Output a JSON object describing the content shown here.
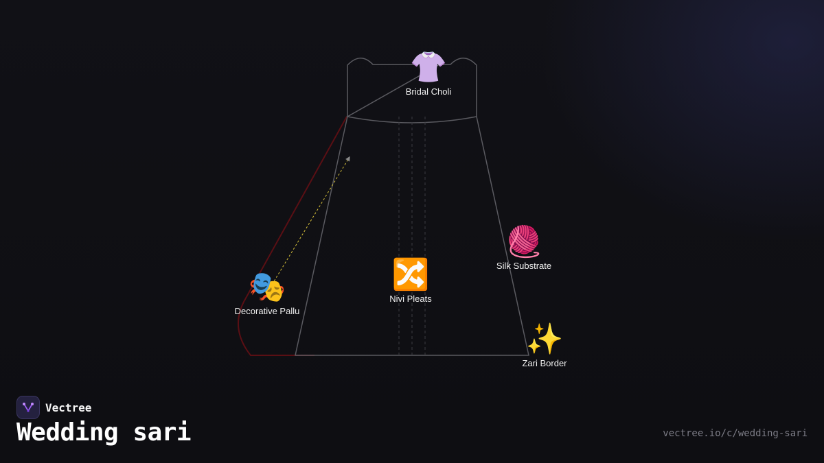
{
  "brand": {
    "name": "Vectree",
    "logo_icon": "vectree-logo-icon",
    "logo_color": "#9b5cf0"
  },
  "title": "Wedding sari",
  "url": "vectree.io/c/wedding-sari",
  "colors": {
    "outline": "#5a5a60",
    "pallu_edge": "#5a0f14",
    "arrow": "#d8c23a",
    "label": "#f0f0f0"
  },
  "nodes": [
    {
      "id": "bridal-choli",
      "label": "Bridal Choli",
      "icon": "blouse-icon",
      "glyph": "👚"
    },
    {
      "id": "nivi-pleats",
      "label": "Nivi Pleats",
      "icon": "shuffle-icon",
      "glyph": "🔀"
    },
    {
      "id": "silk-substrate",
      "label": "Silk Substrate",
      "icon": "yarn-icon",
      "glyph": "🧶"
    },
    {
      "id": "decorative-pallu",
      "label": "Decorative Pallu",
      "icon": "performing-arts-icon",
      "glyph": "🎭"
    },
    {
      "id": "zari-border",
      "label": "Zari Border",
      "icon": "sparkles-icon",
      "glyph": "✨"
    }
  ]
}
